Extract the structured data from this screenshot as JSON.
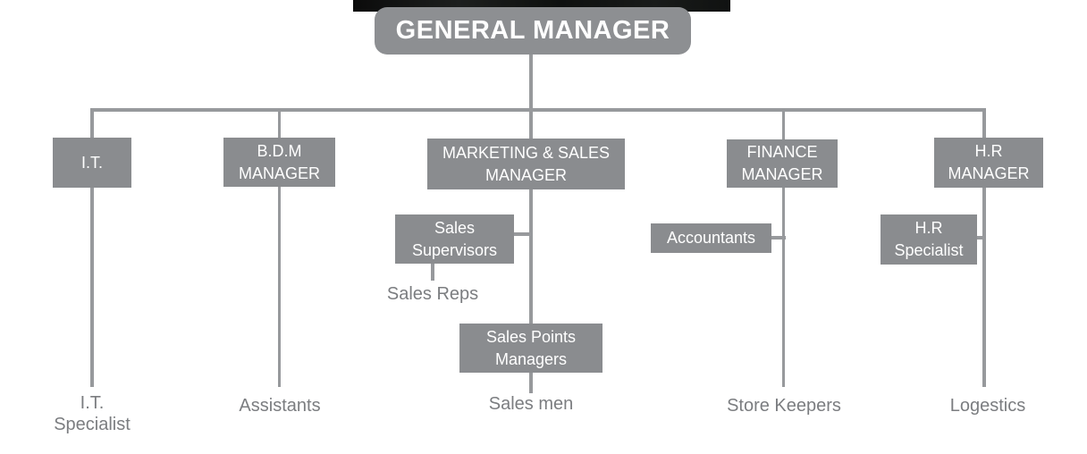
{
  "colors": {
    "node_fill": "#8a8c8f",
    "root_node_fill": "#8d8f92",
    "node_text": "#ffffff",
    "connector": "#97999c",
    "leaf_text": "#7b7d80",
    "top_banner": "#141414",
    "background": "#ffffff"
  },
  "org_chart": {
    "type": "org-tree",
    "root": {
      "label": "GENERAL MANAGER"
    },
    "branches": [
      {
        "manager": {
          "label": "I.T."
        },
        "reports": [
          {
            "label": "I.T.\nSpecialist",
            "style": "text"
          }
        ]
      },
      {
        "manager": {
          "label": "B.D.M\nMANAGER"
        },
        "reports": [
          {
            "label": "Assistants",
            "style": "text"
          }
        ]
      },
      {
        "manager": {
          "label": "MARKETING & SALES\nMANAGER"
        },
        "reports": [
          {
            "label": "Sales\nSupervisors",
            "style": "box",
            "reports": [
              {
                "label": "Sales Reps",
                "style": "text"
              }
            ]
          },
          {
            "label": "Sales Points\nManagers",
            "style": "box",
            "reports": [
              {
                "label": "Sales men",
                "style": "text"
              }
            ]
          }
        ]
      },
      {
        "manager": {
          "label": "FINANCE\nMANAGER"
        },
        "reports": [
          {
            "label": "Accountants",
            "style": "box"
          },
          {
            "label": "Store Keepers",
            "style": "text"
          }
        ]
      },
      {
        "manager": {
          "label": "H.R\nMANAGER"
        },
        "reports": [
          {
            "label": "H.R\nSpecialist",
            "style": "box"
          },
          {
            "label": "Logestics",
            "style": "text"
          }
        ]
      }
    ]
  }
}
